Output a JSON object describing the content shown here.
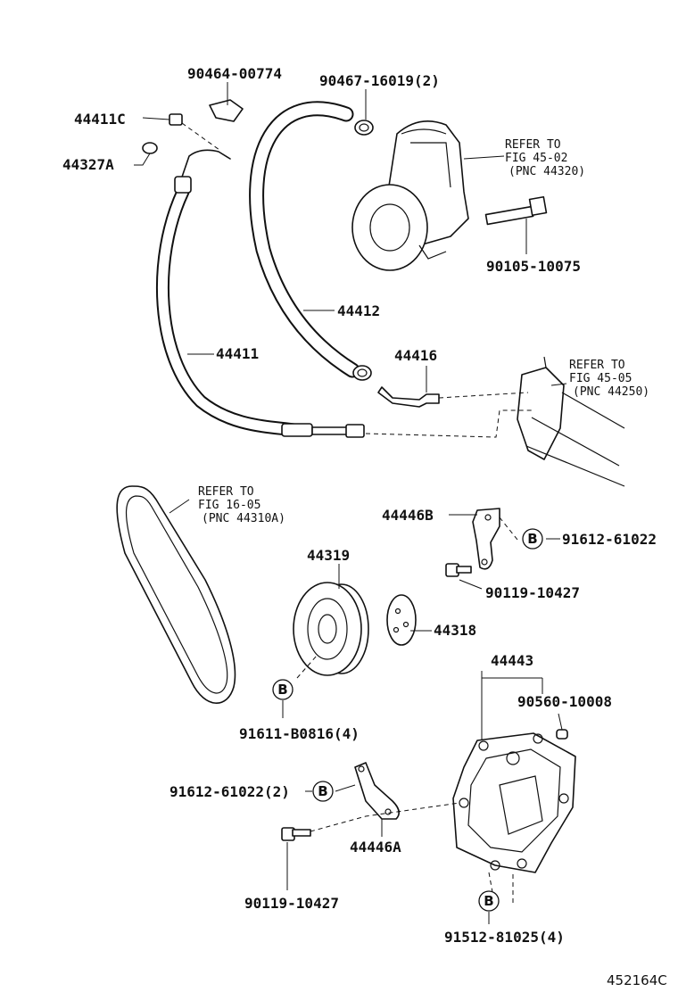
{
  "labels": {
    "p_9046400774": "90464-00774",
    "p_9046716019": "90467-16019(2)",
    "p_44411c": "44411C",
    "p_44327a": "44327A",
    "p_9010510075": "90105-10075",
    "p_44412": "44412",
    "p_44411": "44411",
    "p_44416": "44416",
    "p_44446b": "44446B",
    "p_9161261022": "91612-61022",
    "p_44319": "44319",
    "p_9011910427_a": "90119-10427",
    "p_44318": "44318",
    "p_44443": "44443",
    "p_9056010008": "90560-10008",
    "p_91611b0816": "91611-B0816(4)",
    "p_9161261022_2": "91612-61022(2)",
    "p_44446a": "44446A",
    "p_9011910427_b": "90119-10427",
    "p_9151281025": "91512-81025(4)"
  },
  "references": {
    "pump": {
      "line1": "REFER TO",
      "line2": "FIG 45-02",
      "line3": "(PNC 44320)"
    },
    "gear": {
      "line1": "REFER TO",
      "line2": "FIG 45-05",
      "line3": "(PNC 44250)"
    },
    "belt": {
      "line1": "REFER TO",
      "line2": "FIG 16-05",
      "line3": "(PNC 44310A)"
    }
  },
  "callout_letter": "B",
  "figure_code": "452164C"
}
